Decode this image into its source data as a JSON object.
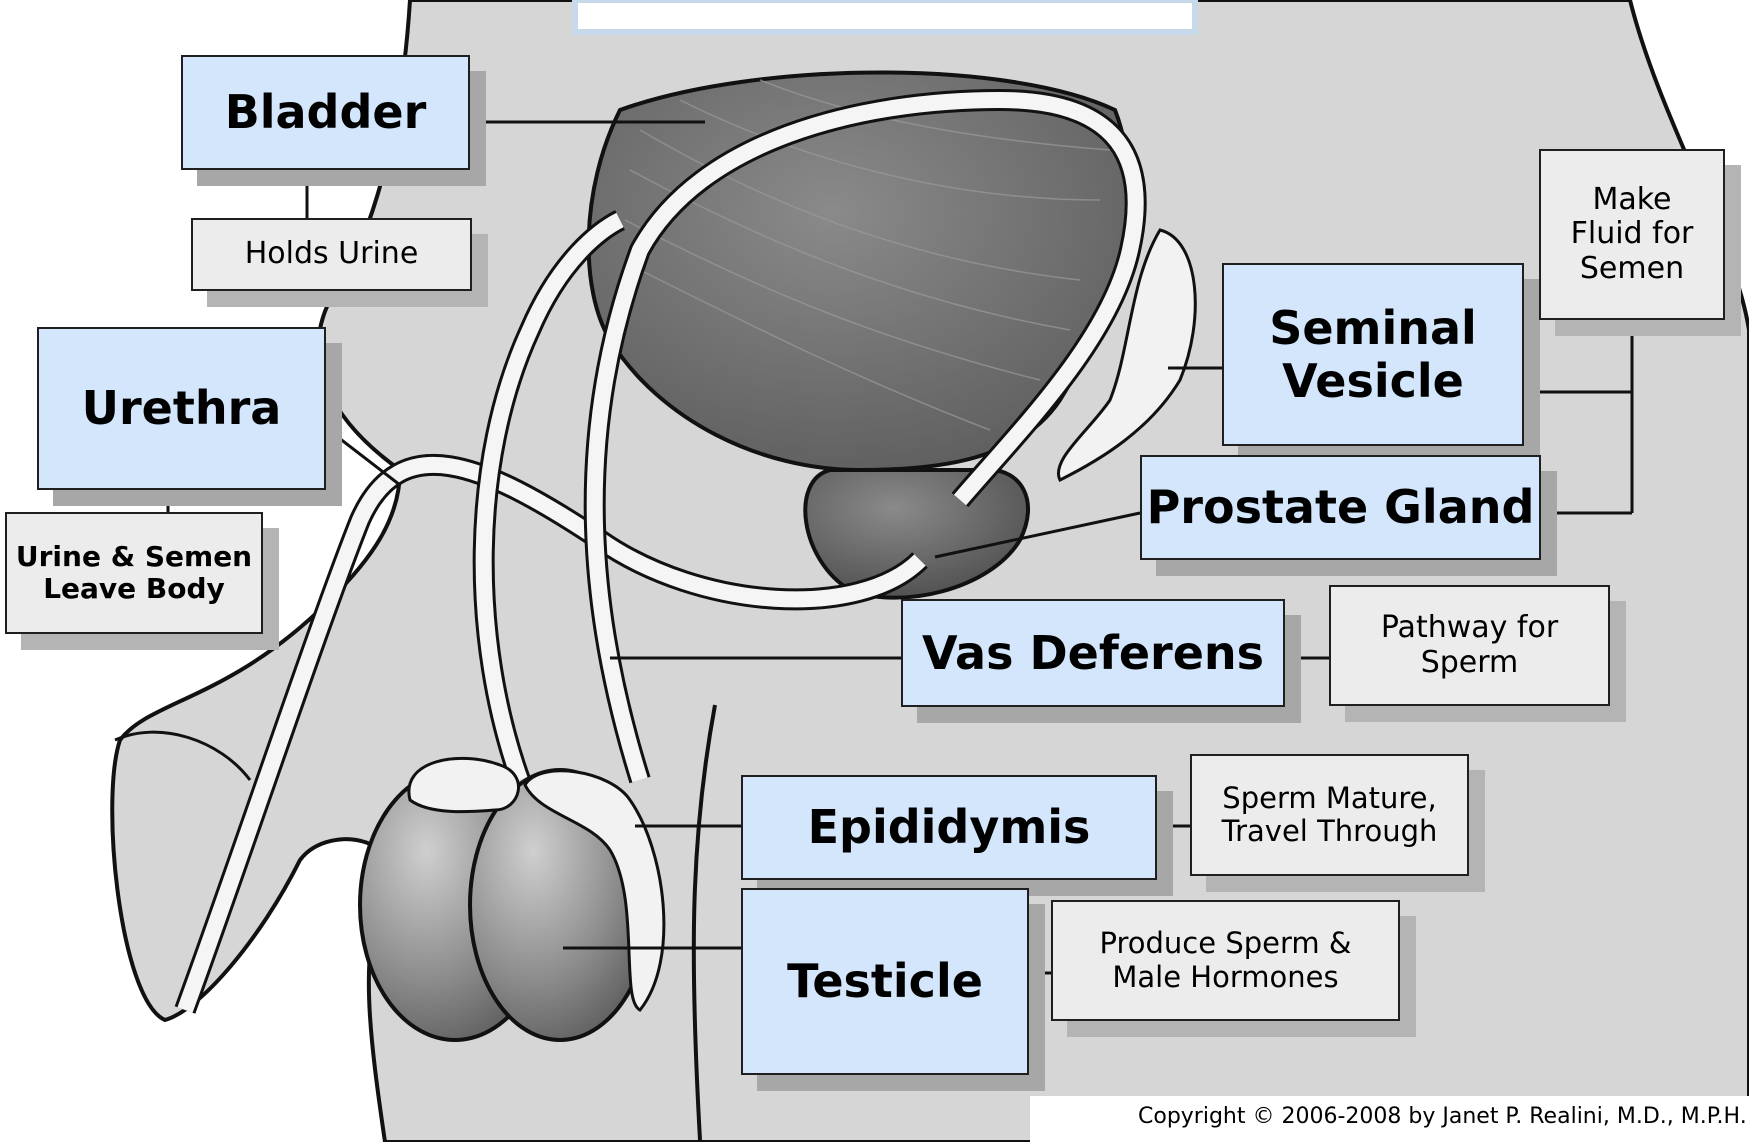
{
  "labels": {
    "bladder": {
      "name": "Bladder",
      "function": "Holds Urine"
    },
    "urethra": {
      "name": "Urethra",
      "function": "Urine & Semen\nLeave Body"
    },
    "seminal": {
      "name": "Seminal\nVesicle",
      "function": "Make\nFluid for\nSemen"
    },
    "prostate": {
      "name": "Prostate Gland"
    },
    "vas": {
      "name": "Vas Deferens",
      "function": "Pathway for\nSperm"
    },
    "epididymis": {
      "name": "Epididymis",
      "function": "Sperm Mature,\nTravel Through"
    },
    "testicle": {
      "name": "Testicle",
      "function": "Produce Sperm &\nMale Hormones"
    }
  },
  "copyright": "Copyright © 2006-2008 by Janet P. Realini, M.D., M.P.H.",
  "colors": {
    "name_box": "#d3e6fb",
    "function_box": "#ececec",
    "body": "#d6d6d6",
    "organ": "#7a7a7a"
  }
}
